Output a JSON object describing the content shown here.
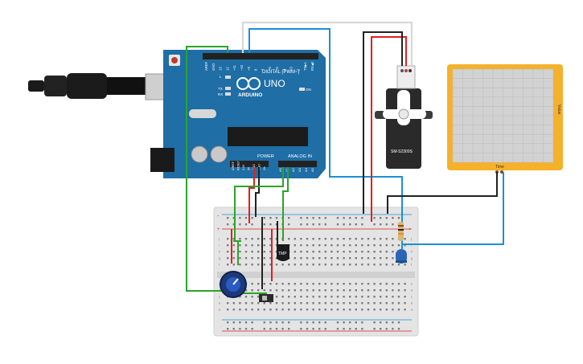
{
  "arduino": {
    "brand": "ARDUINO",
    "model": "UNO",
    "digital_label": "DIGITAL (PWM~)",
    "power_label": "POWER",
    "analog_label": "ANALOG IN",
    "on_label": "ON",
    "tx_label": "TX",
    "rx_label": "RX",
    "l_label": "L",
    "digital_pins": [
      "AREF",
      "GND",
      "13",
      "12",
      "~11",
      "~10",
      "~9",
      "8",
      "7",
      "~6",
      "~5",
      "4",
      "~3",
      "2",
      "TX▶1",
      "RX◀0"
    ],
    "power_pins": [
      "IOREF",
      "RESET",
      "3.3V",
      "5V",
      "GND",
      "GND",
      "Vin"
    ],
    "analog_pins": [
      "A0",
      "A1",
      "A2",
      "A3",
      "A4",
      "A5"
    ]
  },
  "servo": {
    "label": "SM-S2309S"
  },
  "plotter": {
    "x_label": "Time",
    "y_label": "Value"
  },
  "sensor": {
    "label": "TMP"
  },
  "breadboard": {
    "row_letters": [
      "a",
      "b",
      "c",
      "d",
      "e",
      "f",
      "g",
      "h",
      "i",
      "j"
    ],
    "plus": "+",
    "minus": "-"
  },
  "colors": {
    "board": "#1f6ea6",
    "wire_red": "#e02020",
    "wire_black": "#222222",
    "wire_green": "#2aa52a",
    "wire_blue": "#1d8fd6",
    "plotter_frame": "#f6b12a"
  }
}
